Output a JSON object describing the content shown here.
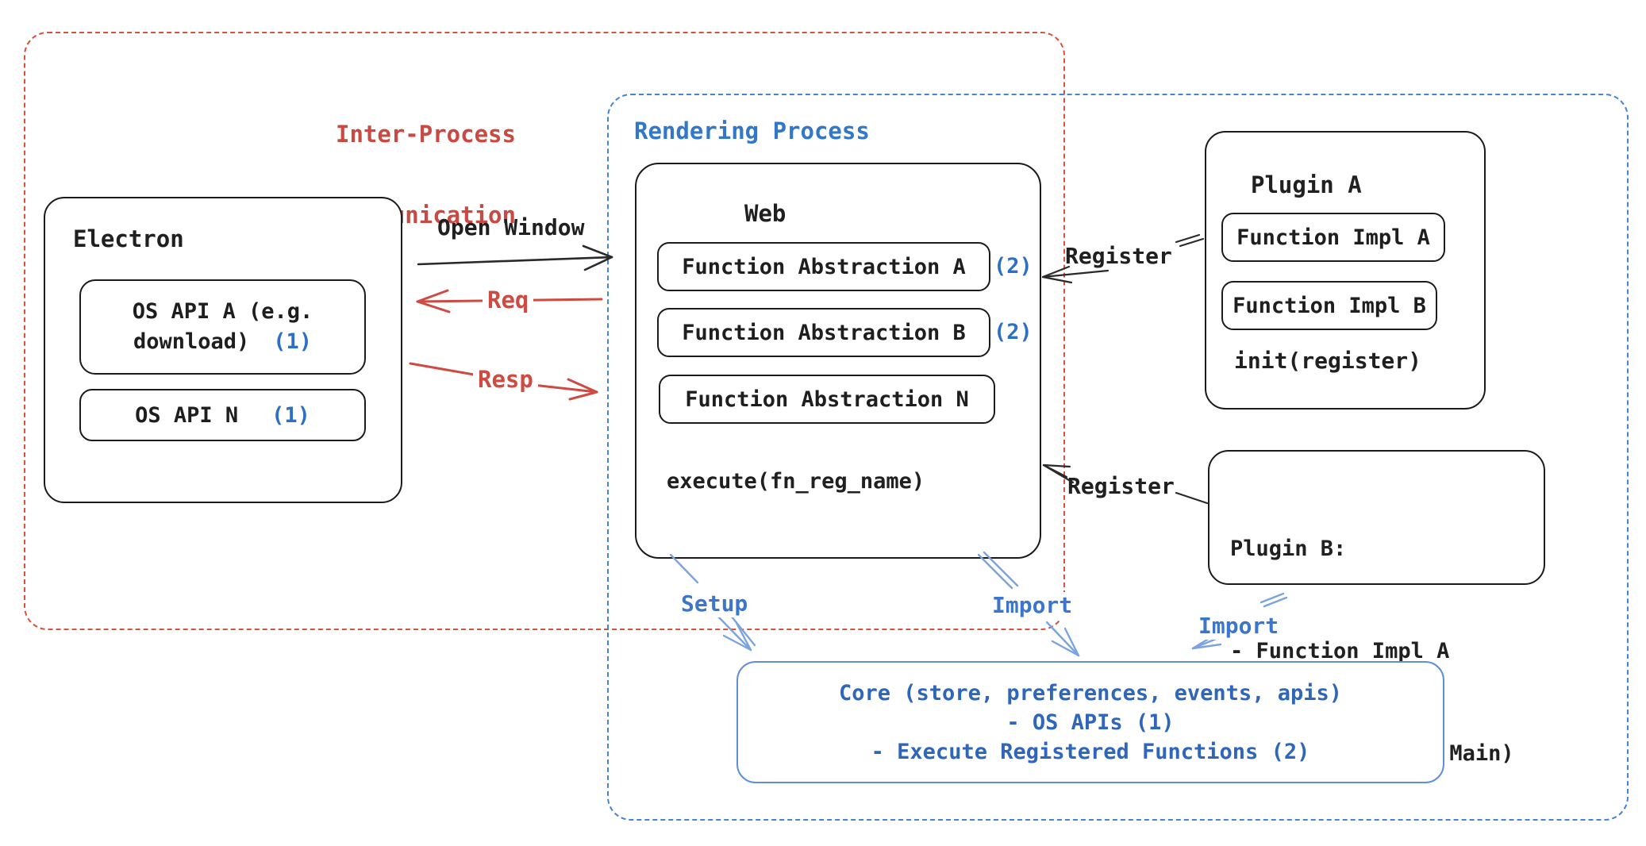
{
  "groups": {
    "ipc": {
      "label_line1": "Inter-Process",
      "label_line2": "Communication"
    },
    "rendering": {
      "label": "Rendering Process"
    }
  },
  "electron": {
    "title": "Electron",
    "os_api_a": {
      "line1": "OS API A (e.g.",
      "line2": "download)",
      "badge": "(1)"
    },
    "os_api_n": {
      "label": "OS API N",
      "badge": "(1)"
    }
  },
  "web": {
    "title": "Web",
    "fa_a": {
      "label": "Function Abstraction A",
      "badge": "(2)"
    },
    "fa_b": {
      "label": "Function Abstraction B",
      "badge": "(2)"
    },
    "fa_n": {
      "label": "Function Abstraction N"
    },
    "execute": "execute(fn_reg_name)"
  },
  "plugin_a": {
    "title": "Plugin A",
    "impl_a": "Function Impl A",
    "impl_b": "Function Impl B",
    "init": "init(register)"
  },
  "plugin_b": {
    "title": "Plugin B:",
    "item1": "- Function Impl A",
    "item2": "- Module (run on Main)"
  },
  "core": {
    "line1": "Core (store, preferences, events, apis)",
    "line2": "- OS APIs (1)",
    "line3": "- Execute Registered Functions (2)"
  },
  "arrows": {
    "open_window": "Open Window",
    "req": "Req",
    "resp": "Resp",
    "register1": "Register",
    "register2": "Register",
    "setup": "Setup",
    "import1": "Import",
    "import2": "Import"
  },
  "colors": {
    "ink": "#1e1e1e",
    "red_text": "#c94a42",
    "red_dash": "#d9503c",
    "red_arrow": "#cf4a40",
    "blue_text": "#3277c8",
    "blue_dash": "#4584d4",
    "blue_core_border": "#5f8fd8",
    "blue_core_text": "#2d66ba",
    "blue_badge": "#2e6fc6",
    "blue_arrow": "#7aa3e0",
    "background": "#ffffff"
  }
}
